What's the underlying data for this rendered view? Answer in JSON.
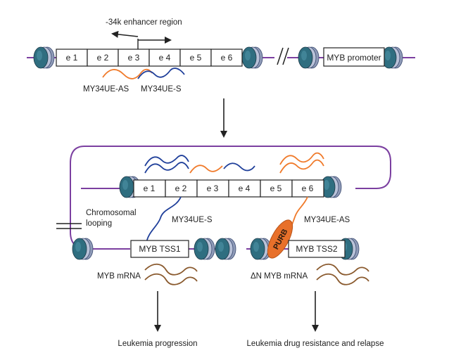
{
  "top": {
    "enhancer_label": "-34k enhancer region",
    "exons": [
      "e 1",
      "e 2",
      "e 3",
      "e 4",
      "e 5",
      "e 6"
    ],
    "promoter_label": "MYB promoter",
    "as_label": "MY34UE-AS",
    "s_label": "MY34UE-S"
  },
  "bottom": {
    "exons": [
      "e 1",
      "e 2",
      "e 3",
      "e 4",
      "e 5",
      "e 6"
    ],
    "looping_label_line1": "Chromosomal",
    "looping_label_line2": "looping",
    "s_label": "MY34UE-S",
    "as_label": "MY34UE-AS",
    "purb_label": "PURB",
    "tss1_label": "MYB TSS1",
    "tss2_label": "MYB TSS2",
    "mrna1_label": "MYB mRNA",
    "mrna2_label": "ΔN MYB mRNA",
    "outcome1": "Leukemia progression",
    "outcome2": "Leukemia drug resistance and relapse"
  },
  "colors": {
    "dna": "#7b3fa0",
    "orange": "#f07a2a",
    "blue": "#1f3f9a",
    "brown": "#8a5a2e",
    "nucleosome_front": "#2f6e80",
    "nucleosome_back": "#8f9bb8"
  }
}
